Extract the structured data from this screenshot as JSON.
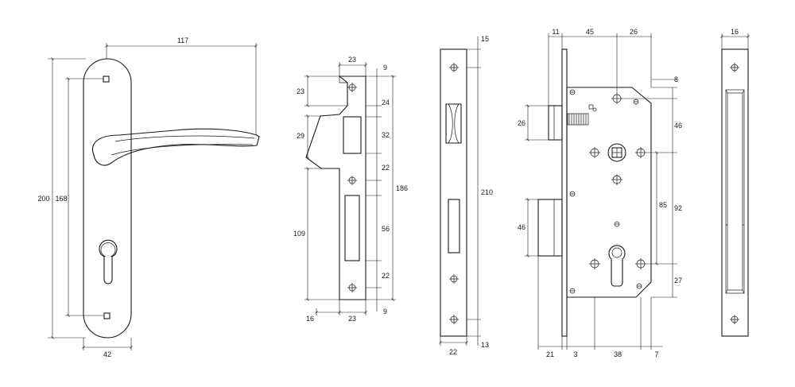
{
  "handle_plate": {
    "handle_length": "117",
    "overall_height": "200",
    "screw_spacing": "168",
    "plate_width": "42"
  },
  "strike_plate": {
    "top_offset": "9",
    "width_top": "23",
    "gap_a": "24",
    "slot_a": "32",
    "gap_b": "22",
    "slot_b": "56",
    "gap_c": "22",
    "bottom_offset": "9",
    "left_top": "23",
    "left_notch": "29",
    "left_lower": "109",
    "left_width": "16",
    "width_bottom": "23",
    "overall_height": "186"
  },
  "faceplate": {
    "top_offset": "15",
    "overall_height": "210",
    "width": "22",
    "bottom_offset": "13"
  },
  "lock_body": {
    "front_thickness": "11",
    "top_width": "45",
    "top_right": "26",
    "top_offset": "8",
    "latch_height": "26",
    "upper_spacing": "46",
    "deadbolt_height": "46",
    "center_spacing": "85",
    "lower_spacing": "92",
    "bottom_offset": "27",
    "projection": "21",
    "plate_gap": "3",
    "cylinder_width": "38",
    "right_gap": "7"
  },
  "side_plate": {
    "width": "16"
  }
}
